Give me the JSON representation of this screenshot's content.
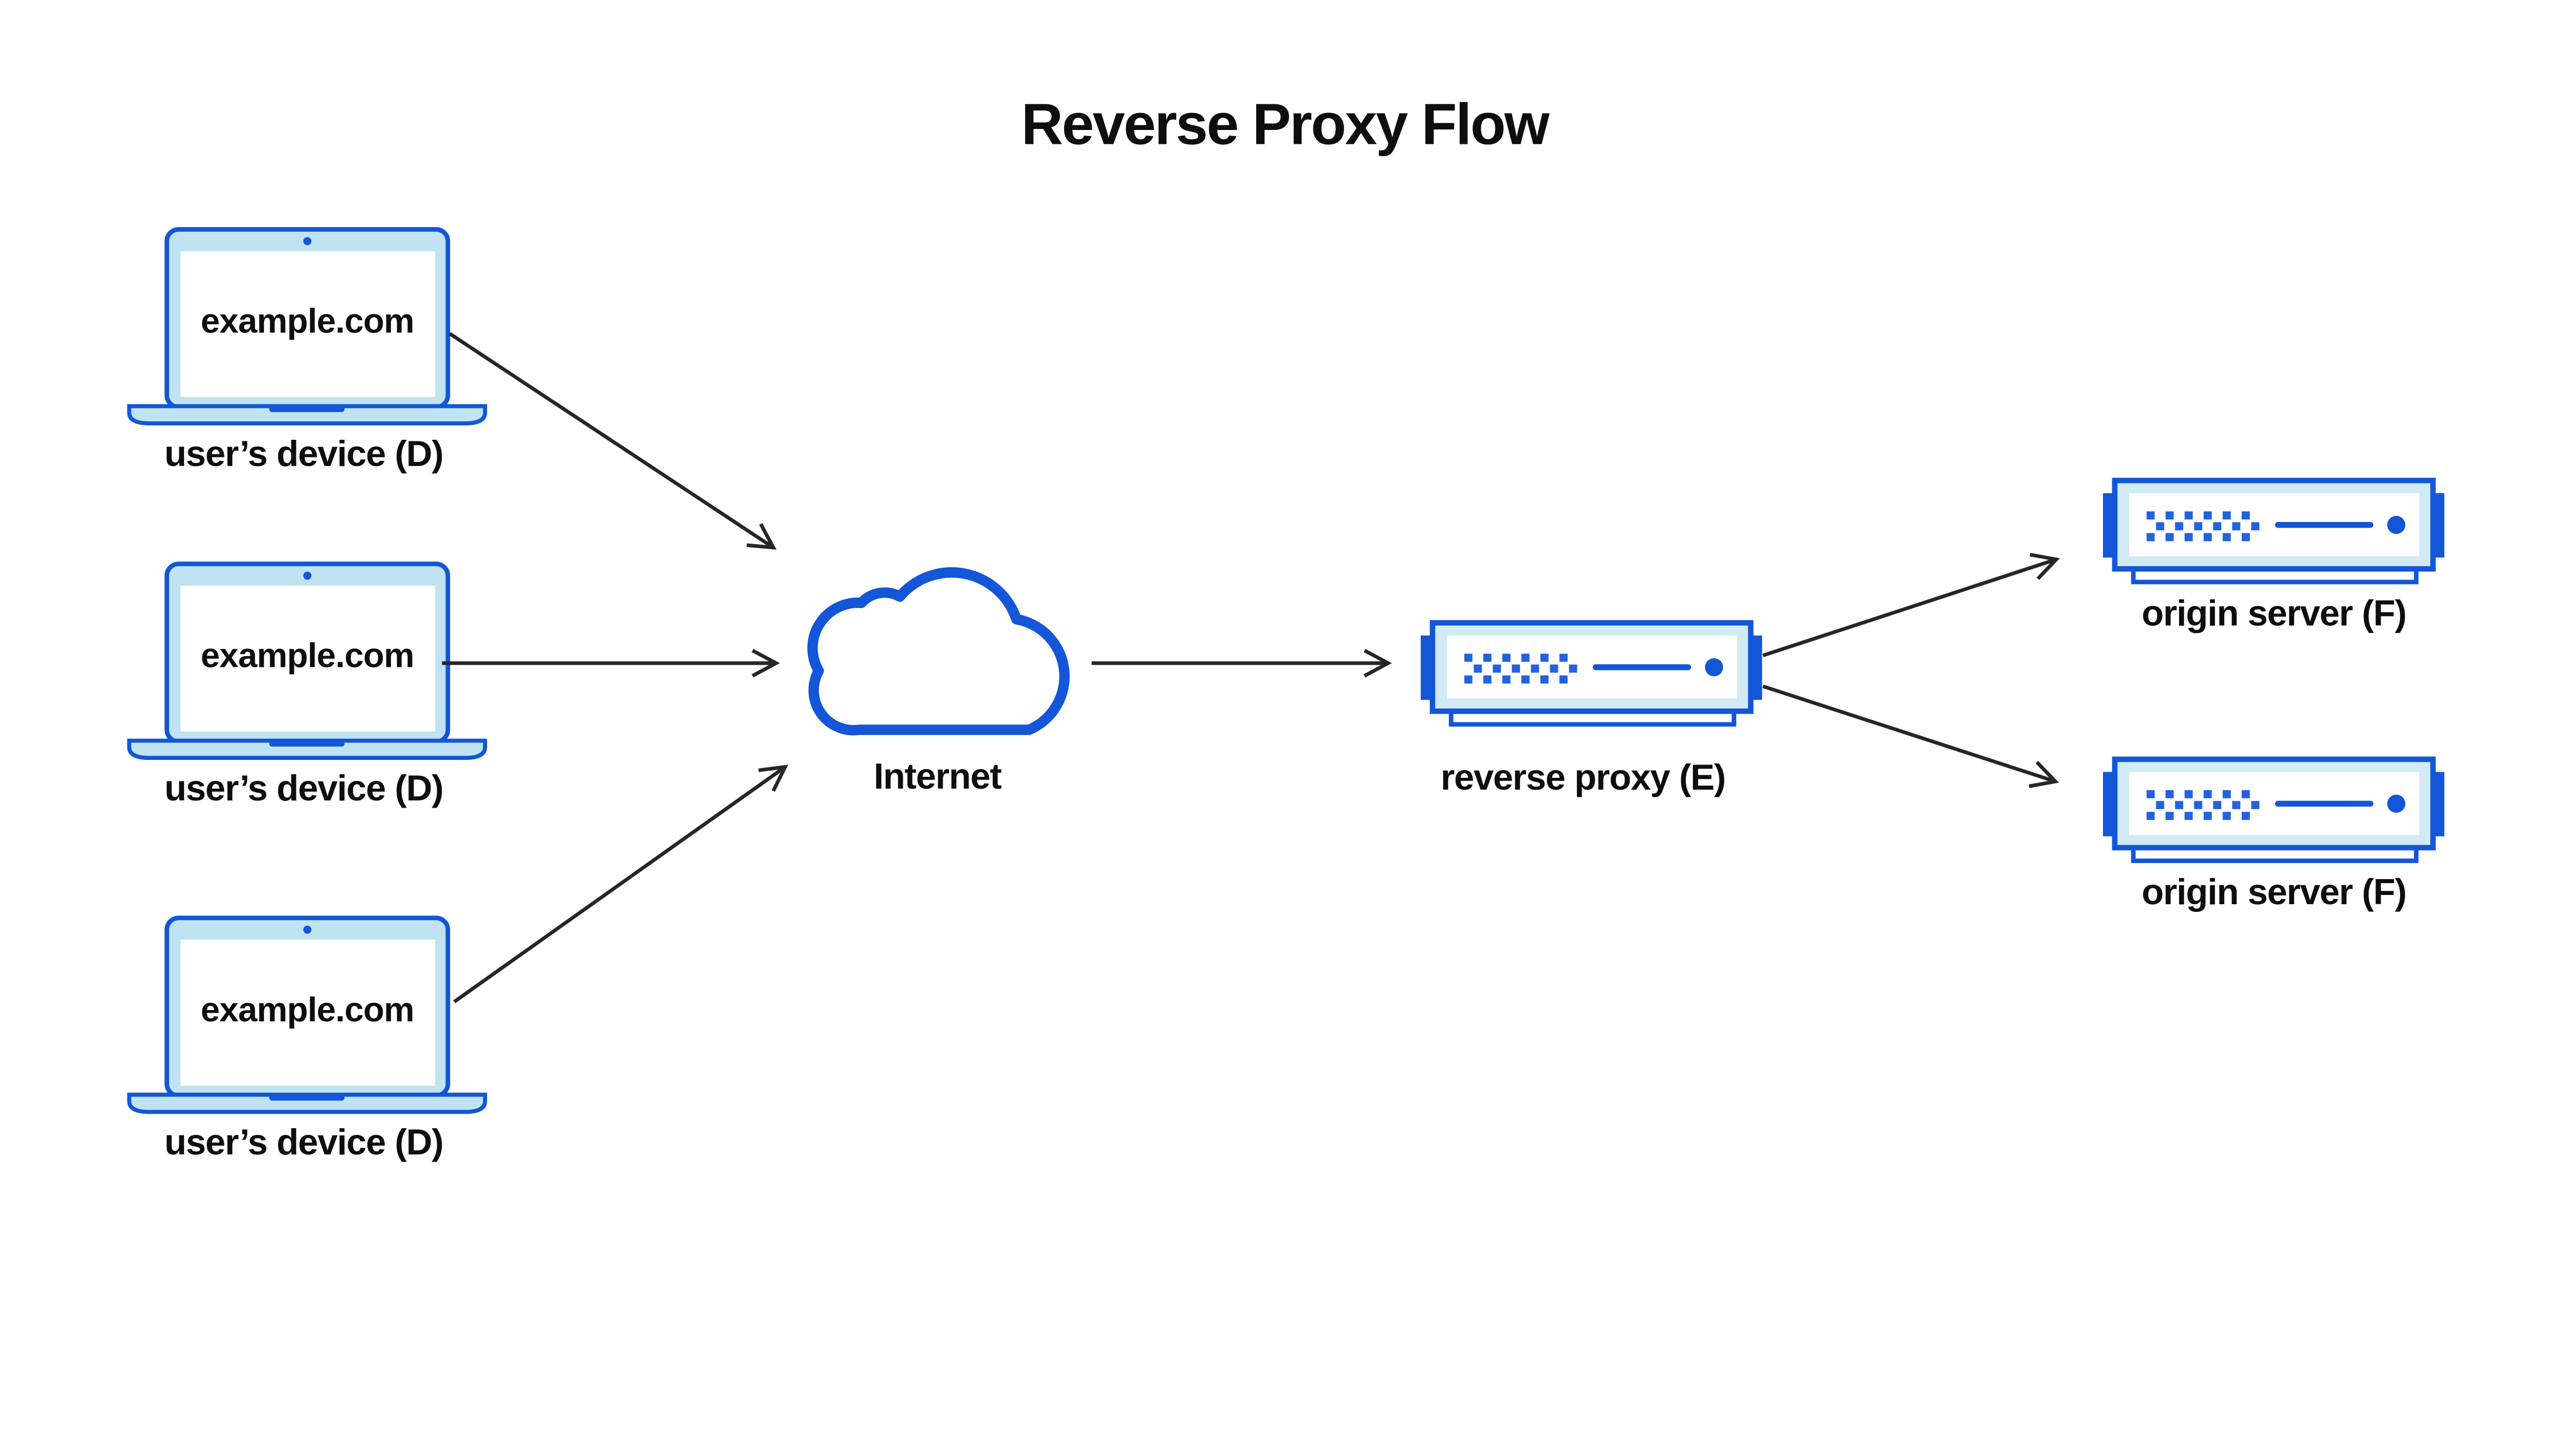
{
  "title": "Reverse Proxy Flow",
  "nodes": {
    "devices": [
      {
        "screen_text": "example.com",
        "label": "user’s device (D)"
      },
      {
        "screen_text": "example.com",
        "label": "user’s device (D)"
      },
      {
        "screen_text": "example.com",
        "label": "user’s device (D)"
      }
    ],
    "internet": {
      "label": "Internet"
    },
    "reverse_proxy": {
      "label": "reverse proxy (E)"
    },
    "origin_servers": [
      {
        "label": "origin server (F)"
      },
      {
        "label": "origin server (F)"
      }
    ]
  },
  "flows": [
    {
      "from": "user’s device (D)",
      "to": "Internet"
    },
    {
      "from": "user’s device (D)",
      "to": "Internet"
    },
    {
      "from": "user’s device (D)",
      "to": "Internet"
    },
    {
      "from": "Internet",
      "to": "reverse proxy (E)"
    },
    {
      "from": "reverse proxy (E)",
      "to": "origin server (F)"
    },
    {
      "from": "reverse proxy (E)",
      "to": "origin server (F)"
    }
  ],
  "colors": {
    "accent_blue": "#1356d8",
    "vent_blue": "#2262de",
    "laptop_fill": "#bfe3f0",
    "server_fill": "#d2eaf5",
    "arrow_color": "#262626",
    "text_color": "#0e0e0e",
    "background": "#ffffff"
  }
}
